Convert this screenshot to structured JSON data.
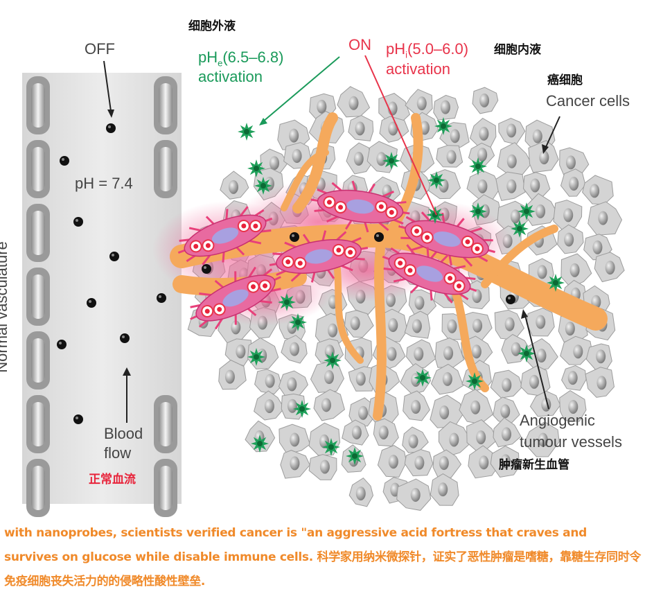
{
  "labels": {
    "extracellular_cn": "细胞外液",
    "off": "OFF",
    "phe_prefix": "pH",
    "phe_sub": "e",
    "phe_range": "(6.5–6.8)",
    "phe_activation": "activation",
    "on": "ON",
    "phi_prefix": "pH",
    "phi_sub": "i",
    "phi_range": "(5.0–6.0)",
    "phi_activation": "activation",
    "intracellular_cn": "细胞内液",
    "cancer_cells_cn": "癌细胞",
    "cancer_cells": "Cancer cells",
    "ph_blood": "pH = 7.4",
    "normal_vasculature": "Normal vasculature",
    "blood_flow_1": "Blood",
    "blood_flow_2": "flow",
    "normal_flow_cn": "正常血流",
    "angiogenic_1": "Angiogenic",
    "angiogenic_2": "tumour vessels",
    "tumour_vessels_cn": "肿瘤新生血管"
  },
  "caption": "with nanoprobes, scientists verified cancer is  \"an aggressive acid fortress that craves and survives on glucose while disable immune cells. 科学家用纳米微探针，证实了恶性肿瘤是嗜糖，靠糖生存同时令免疫细胞丧失活力的的侵略性酸性壁垒.",
  "colors": {
    "caption": "#f08a2a",
    "green": "#1a9a5a",
    "red": "#e8334a",
    "vessel": "#f5a95c",
    "pink": "#e8407a"
  }
}
